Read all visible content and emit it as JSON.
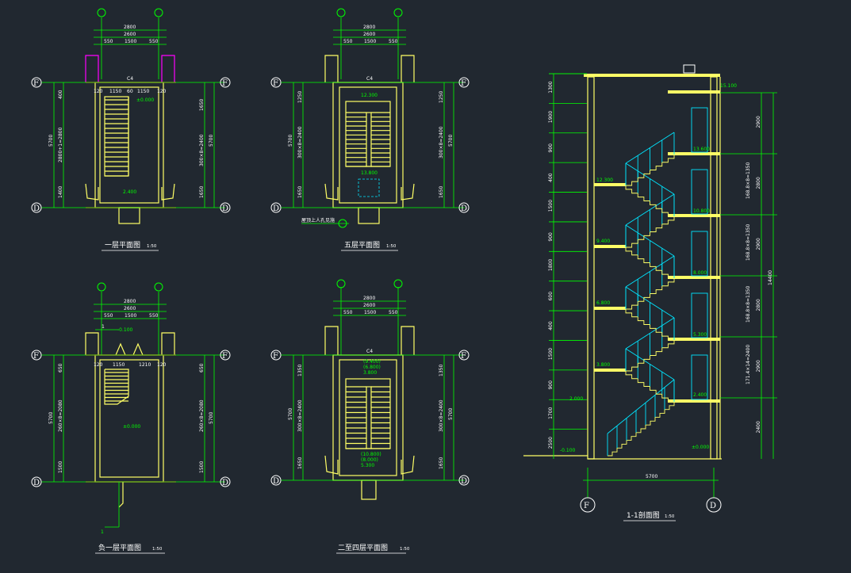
{
  "plans": [
    {
      "title": "一层平面图",
      "scale": "1:50",
      "top_dims": [
        "2800",
        "2600",
        "550",
        "1500",
        "550"
      ],
      "inner_dims": [
        "120",
        "1150",
        "60",
        "1150",
        "120"
      ],
      "left_dims": [
        "400",
        "2800+1=2800",
        "1400"
      ],
      "right_dims": [
        "1650",
        "300×8=2400",
        "1650"
      ],
      "overall": "5700",
      "window": "C4",
      "elevations": [
        "±0.000",
        "2.400"
      ],
      "grid_left_top": "F",
      "grid_left_bottom": "D",
      "grid_right_top": "F",
      "grid_right_bottom": "D"
    },
    {
      "title": "五层平面图",
      "scale": "1:50",
      "top_dims": [
        "2800",
        "2600",
        "550",
        "1500",
        "550"
      ],
      "left_dims": [
        "1250",
        "300×8=2400",
        "1650"
      ],
      "right_dims": [
        "1250",
        "300×8=2400",
        "1650"
      ],
      "overall": "5700",
      "window": "C4",
      "elevations": [
        "12.300",
        "13.800"
      ],
      "note": "屋顶上人孔见施",
      "grid_left_top": "F",
      "grid_left_bottom": "D",
      "grid_right_top": "F",
      "grid_right_bottom": "D"
    },
    {
      "title": "负一层平面图",
      "scale": "1:50",
      "top_dims": [
        "2800",
        "2600",
        "550",
        "1500",
        "550"
      ],
      "inner_dims": [
        "120",
        "1150",
        "1210",
        "120"
      ],
      "left_dims": [
        "650",
        "260×8=2080",
        "1500"
      ],
      "right_dims": [
        "650",
        "260×8=2080",
        "1500"
      ],
      "overall": "5700",
      "elevations": [
        "-0.100",
        "±0.000"
      ],
      "section_mark": "1",
      "grid_left_top": "F",
      "grid_left_bottom": "D",
      "grid_right_top": "F",
      "grid_right_bottom": "D"
    },
    {
      "title": "二至四层平面图",
      "scale": "1:50",
      "top_dims": [
        "2800",
        "2600",
        "550",
        "1500",
        "550"
      ],
      "left_dims": [
        "1350",
        "300×8=2400",
        "1650"
      ],
      "right_dims": [
        "1350",
        "300×8=2400",
        "1650"
      ],
      "overall": "5700",
      "window": "C4",
      "elevations": [
        "(9.400)",
        "(6.800)",
        "3.800",
        "(10.800)",
        "(8.000)",
        "5.300"
      ],
      "grid_left_top": "F",
      "grid_left_bottom": "D",
      "grid_right_top": "F",
      "grid_right_bottom": "D"
    }
  ],
  "section": {
    "title": "1-1剖面图",
    "scale": "1:50",
    "bottom_dim": "5700",
    "overall_height": "14400",
    "levels": [
      "15.100",
      "13.600",
      "12.300",
      "10.800",
      "9.400",
      "8.000",
      "6.800",
      "5.300",
      "3.800",
      "2.400",
      "2.000",
      "±0.000",
      "-0.100"
    ],
    "left_dims": [
      "1300",
      "1900",
      "900",
      "400",
      "1500",
      "900",
      "1800",
      "600",
      "400",
      "1500",
      "900",
      "1700",
      "2500"
    ],
    "right_dims": [
      "2900",
      "2800",
      "2900",
      "2800",
      "2900",
      "2400"
    ],
    "right_step_dims": [
      "168.8×8=1350",
      "168.8×8=1350",
      "168.8×8=1350",
      "171.4×14=2400"
    ],
    "grid_left": "F",
    "grid_right": "D"
  }
}
